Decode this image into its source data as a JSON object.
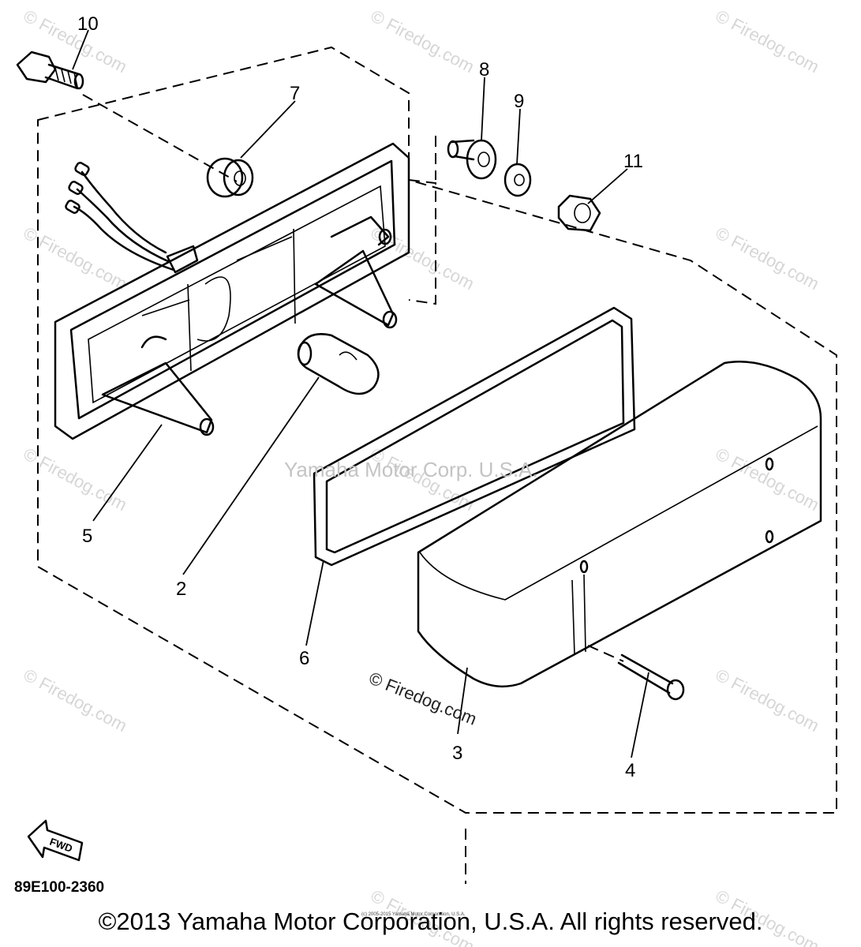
{
  "diagram": {
    "callouts": [
      "10",
      "7",
      "8",
      "9",
      "11",
      "5",
      "2",
      "6",
      "3",
      "4"
    ],
    "watermarks": {
      "tile_text": "© Firedog.com",
      "center_text": "Yamaha Motor Corp. U.S.A.",
      "mid_text": "© Firedog.com",
      "tiny_text": "(c) 2005-2015 Yamaha Motor Corporation, U.S.A."
    },
    "part_code": "89E100-2360",
    "fwd_label": "FWD",
    "copyright": "©2013 Yamaha Motor Corporation, U.S.A. All rights reserved."
  }
}
